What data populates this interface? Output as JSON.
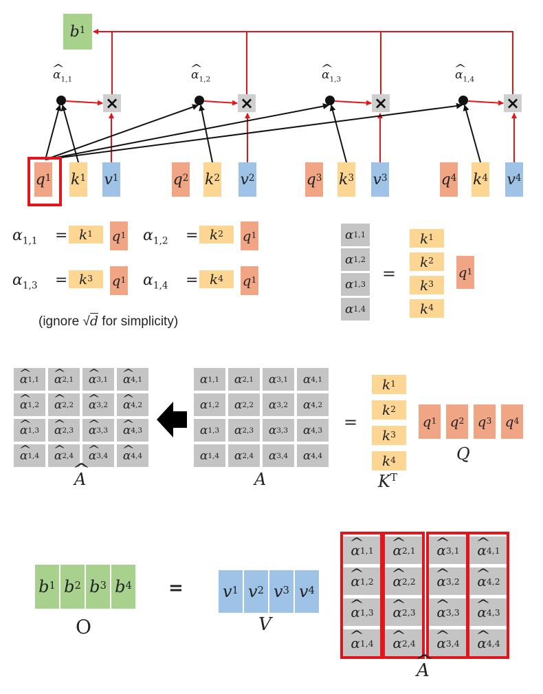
{
  "top": {
    "b": {
      "sym": "b",
      "sup": "1"
    },
    "q": [
      {
        "sym": "q",
        "sup": "1"
      },
      {
        "sym": "q",
        "sup": "2"
      },
      {
        "sym": "q",
        "sup": "3"
      },
      {
        "sym": "q",
        "sup": "4"
      }
    ],
    "k": [
      {
        "sym": "k",
        "sup": "1"
      },
      {
        "sym": "k",
        "sup": "2"
      },
      {
        "sym": "k",
        "sup": "3"
      },
      {
        "sym": "k",
        "sup": "4"
      }
    ],
    "v": [
      {
        "sym": "v",
        "sup": "1"
      },
      {
        "sym": "v",
        "sup": "2"
      },
      {
        "sym": "v",
        "sup": "3"
      },
      {
        "sym": "v",
        "sup": "4"
      }
    ],
    "alpha_hat": [
      {
        "sym": "α",
        "sub": "1,1"
      },
      {
        "sym": "α",
        "sub": "1,2"
      },
      {
        "sym": "α",
        "sub": "1,3"
      },
      {
        "sym": "α",
        "sub": "1,4"
      }
    ],
    "mul_symbol": "×"
  },
  "equations": [
    {
      "lhs": {
        "sym": "α",
        "sub": "1,1"
      },
      "eq": "=",
      "k": {
        "sym": "k",
        "sup": "1"
      },
      "q": {
        "sym": "q",
        "sup": "1"
      }
    },
    {
      "lhs": {
        "sym": "α",
        "sub": "1,2"
      },
      "eq": "=",
      "k": {
        "sym": "k",
        "sup": "2"
      },
      "q": {
        "sym": "q",
        "sup": "1"
      }
    },
    {
      "lhs": {
        "sym": "α",
        "sub": "1,3"
      },
      "eq": "=",
      "k": {
        "sym": "k",
        "sup": "3"
      },
      "q": {
        "sym": "q",
        "sup": "1"
      }
    },
    {
      "lhs": {
        "sym": "α",
        "sub": "1,4"
      },
      "eq": "=",
      "k": {
        "sym": "k",
        "sup": "4"
      },
      "q": {
        "sym": "q",
        "sup": "1"
      }
    }
  ],
  "note": {
    "prefix": "(ignore ",
    "sqrt": "√",
    "d": "d",
    "suffix": " for simplicity)"
  },
  "vector_eq": {
    "alpha": [
      {
        "sym": "α",
        "sub": "1,1"
      },
      {
        "sym": "α",
        "sub": "1,2"
      },
      {
        "sym": "α",
        "sub": "1,3"
      },
      {
        "sym": "α",
        "sub": "1,4"
      }
    ],
    "eq": "=",
    "k": [
      {
        "sym": "k",
        "sup": "1"
      },
      {
        "sym": "k",
        "sup": "2"
      },
      {
        "sym": "k",
        "sup": "3"
      },
      {
        "sym": "k",
        "sup": "4"
      }
    ],
    "q": {
      "sym": "q",
      "sup": "1"
    }
  },
  "matrix_eq": {
    "A_hat_label": "A",
    "A_label": "A",
    "KT_label": {
      "sym": "K",
      "sup": "T"
    },
    "Q_label": "Q",
    "eq": "=",
    "A_hat": [
      [
        "1,1",
        "2,1",
        "3,1",
        "4,1"
      ],
      [
        "1,2",
        "2,2",
        "3,2",
        "4,2"
      ],
      [
        "1,3",
        "2,3",
        "3,3",
        "4,3"
      ],
      [
        "1,4",
        "2,4",
        "3,4",
        "4,4"
      ]
    ],
    "A": [
      [
        "1,1",
        "2,1",
        "3,1",
        "4,1"
      ],
      [
        "1,2",
        "2,2",
        "3,2",
        "4,2"
      ],
      [
        "1,3",
        "2,3",
        "3,3",
        "4,3"
      ],
      [
        "1,4",
        "2,4",
        "3,4",
        "4,4"
      ]
    ],
    "k": [
      {
        "sym": "k",
        "sup": "1"
      },
      {
        "sym": "k",
        "sup": "2"
      },
      {
        "sym": "k",
        "sup": "3"
      },
      {
        "sym": "k",
        "sup": "4"
      }
    ],
    "q": [
      {
        "sym": "q",
        "sup": "1"
      },
      {
        "sym": "q",
        "sup": "2"
      },
      {
        "sym": "q",
        "sup": "3"
      },
      {
        "sym": "q",
        "sup": "4"
      }
    ]
  },
  "output_eq": {
    "b": [
      {
        "sym": "b",
        "sup": "1"
      },
      {
        "sym": "b",
        "sup": "2"
      },
      {
        "sym": "b",
        "sup": "3"
      },
      {
        "sym": "b",
        "sup": "4"
      }
    ],
    "O_label": "O",
    "eq": "=",
    "v": [
      {
        "sym": "v",
        "sup": "1"
      },
      {
        "sym": "v",
        "sup": "2"
      },
      {
        "sym": "v",
        "sup": "3"
      },
      {
        "sym": "v",
        "sup": "4"
      }
    ],
    "V_label": "V",
    "A_hat": [
      [
        "1,1",
        "2,1",
        "3,1",
        "4,1"
      ],
      [
        "1,2",
        "2,2",
        "3,2",
        "4,2"
      ],
      [
        "1,3",
        "2,3",
        "3,3",
        "4,3"
      ],
      [
        "1,4",
        "2,4",
        "3,4",
        "4,4"
      ]
    ],
    "A_hat_label": "A"
  },
  "colors": {
    "q": "#f0a585",
    "k": "#fcd692",
    "v": "#9ec3e6",
    "b": "#a9d18e",
    "alpha": "#c4c4c4",
    "red": "#e3151b"
  }
}
